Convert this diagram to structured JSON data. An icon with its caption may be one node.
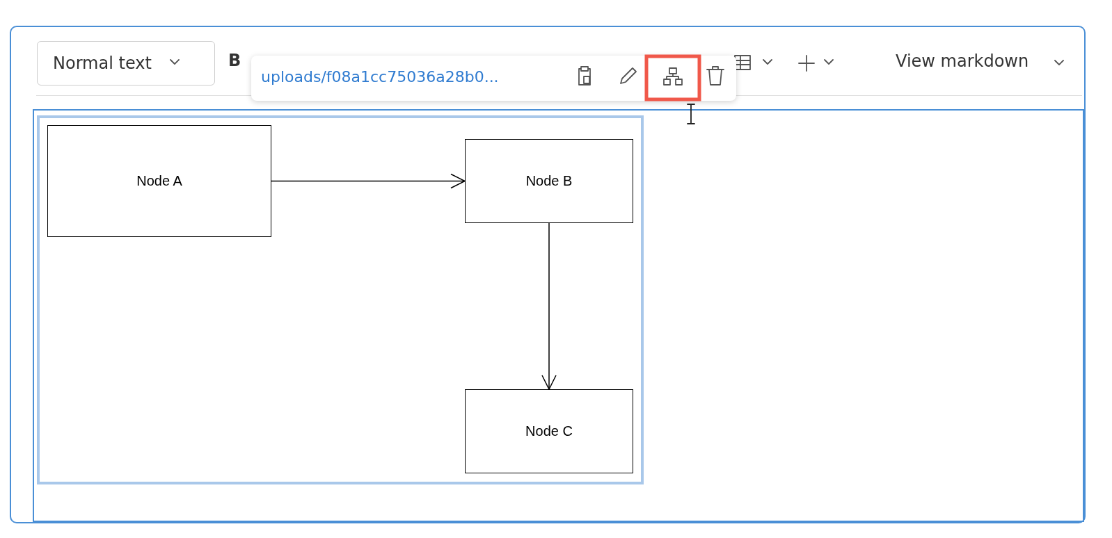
{
  "diagram": {
    "nodes": [
      {
        "text": [
          "Node A"
        ]
      },
      {
        "text": [
          "Node B"
        ]
      },
      {
        "text": [
          "Node C"
        ]
      }
    ],
    "edges": [
      {
        "from": 0,
        "to": 1,
        "arrow": "to"
      },
      {
        "from": 1,
        "to": 2,
        "arrow": "to"
      }
    ],
    "labels": [
      "Normal text",
      "B",
      "uploads/f08a1cc75036a28b0...",
      "View markdown"
    ]
  }
}
